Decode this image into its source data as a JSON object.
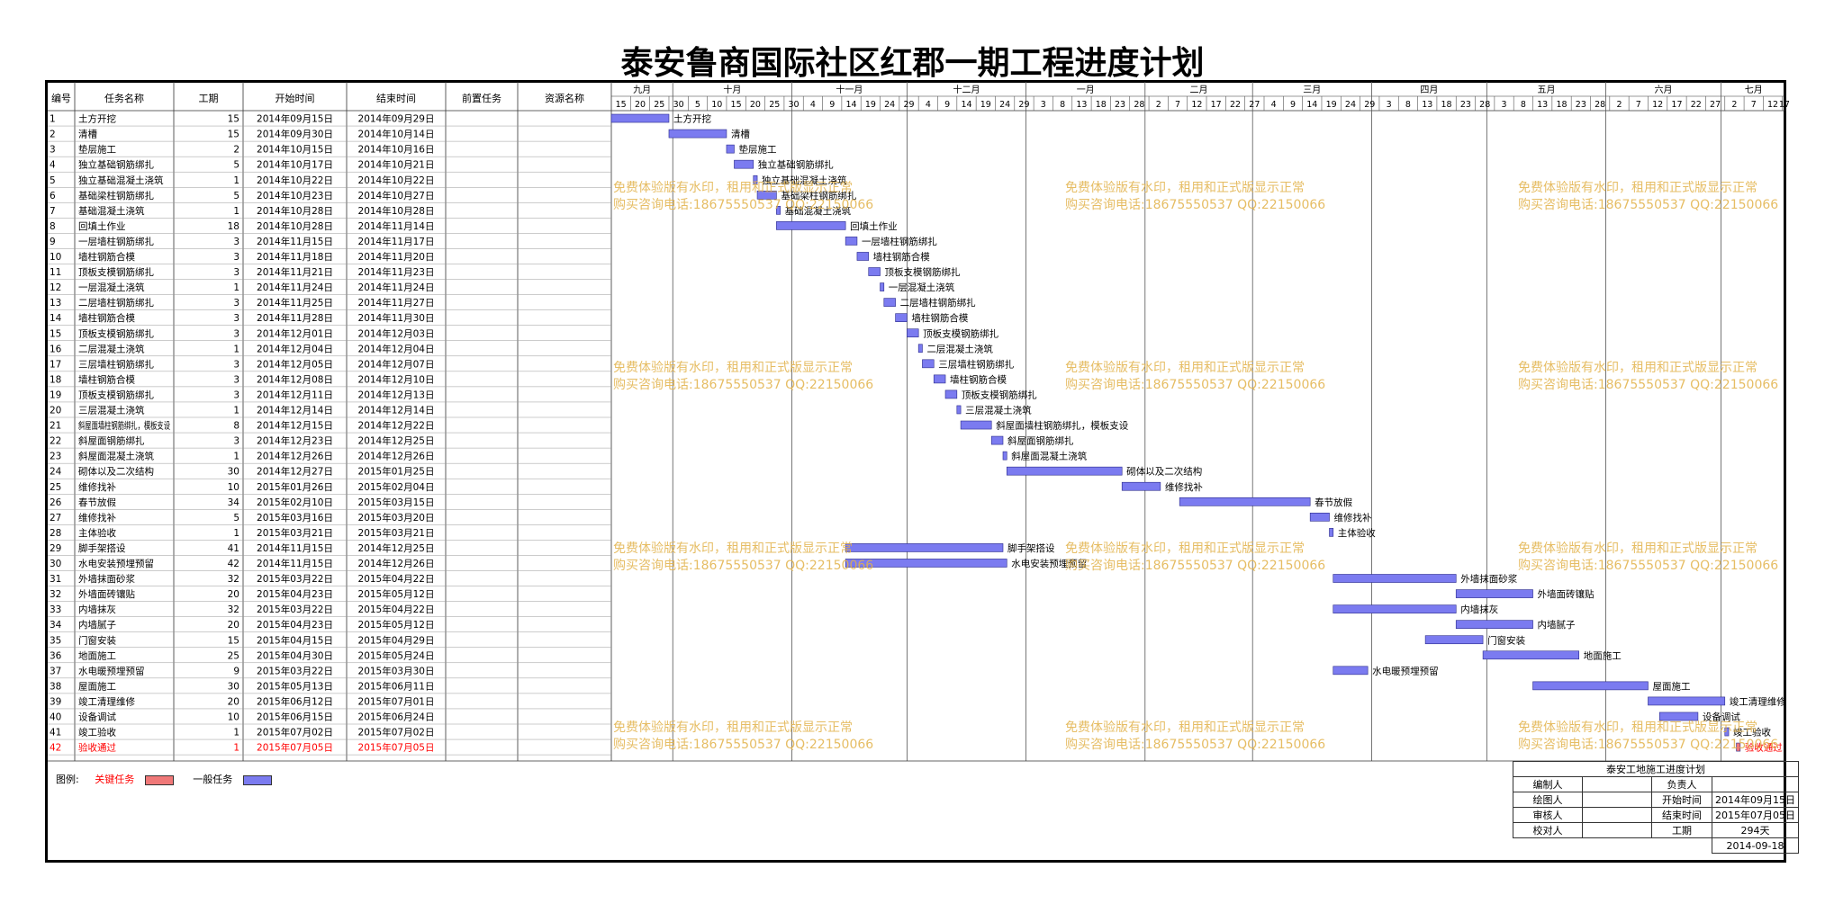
{
  "page_title": "泰安鲁商国际社区红郡一期工程进度计划",
  "table_headers": [
    "编号",
    "任务名称",
    "工期",
    "开始时间",
    "结束时间",
    "前置任务",
    "资源名称"
  ],
  "chart_data": {
    "type": "gantt",
    "title": "泰安鲁商国际社区红郡一期工程进度计划",
    "timeline": {
      "start": "2014-09-15",
      "end": "2015-07-17",
      "months": [
        "九月",
        "十月",
        "十一月",
        "十二月",
        "一月",
        "二月",
        "三月",
        "四月",
        "五月",
        "六月",
        "七月"
      ],
      "ticks": [
        "15",
        "20",
        "25",
        "30",
        "5",
        "10",
        "15",
        "20",
        "25",
        "30",
        "4",
        "9",
        "14",
        "19",
        "24",
        "29",
        "4",
        "9",
        "14",
        "19",
        "24",
        "29",
        "3",
        "8",
        "13",
        "18",
        "23",
        "28",
        "2",
        "7",
        "12",
        "17",
        "22",
        "27",
        "4",
        "9",
        "14",
        "19",
        "24",
        "29",
        "3",
        "8",
        "13",
        "18",
        "23",
        "28",
        "3",
        "8",
        "13",
        "18",
        "23",
        "28",
        "2",
        "7",
        "12",
        "17",
        "22",
        "27",
        "2",
        "7",
        "12",
        "17"
      ]
    },
    "tasks": [
      {
        "id": "1",
        "name": "土方开挖",
        "duration": "15",
        "start": "2014年09月15日",
        "end": "2014年09月29日",
        "s": "2014-09-15",
        "e": "2014-09-29"
      },
      {
        "id": "2",
        "name": "清槽",
        "duration": "15",
        "start": "2014年09月30日",
        "end": "2014年10月14日",
        "s": "2014-09-30",
        "e": "2014-10-14"
      },
      {
        "id": "3",
        "name": "垫层施工",
        "duration": "2",
        "start": "2014年10月15日",
        "end": "2014年10月16日",
        "s": "2014-10-15",
        "e": "2014-10-16"
      },
      {
        "id": "4",
        "name": "独立基础钢筋绑扎",
        "duration": "5",
        "start": "2014年10月17日",
        "end": "2014年10月21日",
        "s": "2014-10-17",
        "e": "2014-10-21"
      },
      {
        "id": "5",
        "name": "独立基础混凝土浇筑",
        "duration": "1",
        "start": "2014年10月22日",
        "end": "2014年10月22日",
        "s": "2014-10-22",
        "e": "2014-10-22"
      },
      {
        "id": "6",
        "name": "基础梁柱钢筋绑扎",
        "duration": "5",
        "start": "2014年10月23日",
        "end": "2014年10月27日",
        "s": "2014-10-23",
        "e": "2014-10-27"
      },
      {
        "id": "7",
        "name": "基础混凝土浇筑",
        "duration": "1",
        "start": "2014年10月28日",
        "end": "2014年10月28日",
        "s": "2014-10-28",
        "e": "2014-10-28"
      },
      {
        "id": "8",
        "name": "回填土作业",
        "duration": "18",
        "start": "2014年10月28日",
        "end": "2014年11月14日",
        "s": "2014-10-28",
        "e": "2014-11-14"
      },
      {
        "id": "9",
        "name": "一层墙柱钢筋绑扎",
        "duration": "3",
        "start": "2014年11月15日",
        "end": "2014年11月17日",
        "s": "2014-11-15",
        "e": "2014-11-17"
      },
      {
        "id": "10",
        "name": "墙柱钢筋合模",
        "duration": "3",
        "start": "2014年11月18日",
        "end": "2014年11月20日",
        "s": "2014-11-18",
        "e": "2014-11-20"
      },
      {
        "id": "11",
        "name": "顶板支模钢筋绑扎",
        "duration": "3",
        "start": "2014年11月21日",
        "end": "2014年11月23日",
        "s": "2014-11-21",
        "e": "2014-11-23"
      },
      {
        "id": "12",
        "name": "一层混凝土浇筑",
        "duration": "1",
        "start": "2014年11月24日",
        "end": "2014年11月24日",
        "s": "2014-11-24",
        "e": "2014-11-24"
      },
      {
        "id": "13",
        "name": "二层墙柱钢筋绑扎",
        "duration": "3",
        "start": "2014年11月25日",
        "end": "2014年11月27日",
        "s": "2014-11-25",
        "e": "2014-11-27"
      },
      {
        "id": "14",
        "name": "墙柱钢筋合模",
        "duration": "3",
        "start": "2014年11月28日",
        "end": "2014年11月30日",
        "s": "2014-11-28",
        "e": "2014-11-30"
      },
      {
        "id": "15",
        "name": "顶板支模钢筋绑扎",
        "duration": "3",
        "start": "2014年12月01日",
        "end": "2014年12月03日",
        "s": "2014-12-01",
        "e": "2014-12-03"
      },
      {
        "id": "16",
        "name": "二层混凝土浇筑",
        "duration": "1",
        "start": "2014年12月04日",
        "end": "2014年12月04日",
        "s": "2014-12-04",
        "e": "2014-12-04"
      },
      {
        "id": "17",
        "name": "三层墙柱钢筋绑扎",
        "duration": "3",
        "start": "2014年12月05日",
        "end": "2014年12月07日",
        "s": "2014-12-05",
        "e": "2014-12-07"
      },
      {
        "id": "18",
        "name": "墙柱钢筋合模",
        "duration": "3",
        "start": "2014年12月08日",
        "end": "2014年12月10日",
        "s": "2014-12-08",
        "e": "2014-12-10"
      },
      {
        "id": "19",
        "name": "顶板支模钢筋绑扎",
        "duration": "3",
        "start": "2014年12月11日",
        "end": "2014年12月13日",
        "s": "2014-12-11",
        "e": "2014-12-13"
      },
      {
        "id": "20",
        "name": "三层混凝土浇筑",
        "duration": "1",
        "start": "2014年12月14日",
        "end": "2014年12月14日",
        "s": "2014-12-14",
        "e": "2014-12-14"
      },
      {
        "id": "21",
        "name": "斜屋面墙柱钢筋绑扎，模板支设",
        "duration": "8",
        "start": "2014年12月15日",
        "end": "2014年12月22日",
        "s": "2014-12-15",
        "e": "2014-12-22"
      },
      {
        "id": "22",
        "name": "斜屋面钢筋绑扎",
        "duration": "3",
        "start": "2014年12月23日",
        "end": "2014年12月25日",
        "s": "2014-12-23",
        "e": "2014-12-25"
      },
      {
        "id": "23",
        "name": "斜屋面混凝土浇筑",
        "duration": "1",
        "start": "2014年12月26日",
        "end": "2014年12月26日",
        "s": "2014-12-26",
        "e": "2014-12-26"
      },
      {
        "id": "24",
        "name": "砌体以及二次结构",
        "duration": "30",
        "start": "2014年12月27日",
        "end": "2015年01月25日",
        "s": "2014-12-27",
        "e": "2015-01-25"
      },
      {
        "id": "25",
        "name": "维修找补",
        "duration": "10",
        "start": "2015年01月26日",
        "end": "2015年02月04日",
        "s": "2015-01-26",
        "e": "2015-02-04"
      },
      {
        "id": "26",
        "name": "春节放假",
        "duration": "34",
        "start": "2015年02月10日",
        "end": "2015年03月15日",
        "s": "2015-02-10",
        "e": "2015-03-15"
      },
      {
        "id": "27",
        "name": "维修找补",
        "duration": "5",
        "start": "2015年03月16日",
        "end": "2015年03月20日",
        "s": "2015-03-16",
        "e": "2015-03-20"
      },
      {
        "id": "28",
        "name": "主体验收",
        "duration": "1",
        "start": "2015年03月21日",
        "end": "2015年03月21日",
        "s": "2015-03-21",
        "e": "2015-03-21"
      },
      {
        "id": "29",
        "name": "脚手架搭设",
        "duration": "41",
        "start": "2014年11月15日",
        "end": "2014年12月25日",
        "s": "2014-11-15",
        "e": "2014-12-25"
      },
      {
        "id": "30",
        "name": "水电安装预埋预留",
        "duration": "42",
        "start": "2014年11月15日",
        "end": "2014年12月26日",
        "s": "2014-11-15",
        "e": "2014-12-26"
      },
      {
        "id": "31",
        "name": "外墙抹面砂浆",
        "duration": "32",
        "start": "2015年03月22日",
        "end": "2015年04月22日",
        "s": "2015-03-22",
        "e": "2015-04-22"
      },
      {
        "id": "32",
        "name": "外墙面砖镶贴",
        "duration": "20",
        "start": "2015年04月23日",
        "end": "2015年05月12日",
        "s": "2015-04-23",
        "e": "2015-05-12"
      },
      {
        "id": "33",
        "name": "内墙抹灰",
        "duration": "32",
        "start": "2015年03月22日",
        "end": "2015年04月22日",
        "s": "2015-03-22",
        "e": "2015-04-22"
      },
      {
        "id": "34",
        "name": "内墙腻子",
        "duration": "20",
        "start": "2015年04月23日",
        "end": "2015年05月12日",
        "s": "2015-04-23",
        "e": "2015-05-12"
      },
      {
        "id": "35",
        "name": "门窗安装",
        "duration": "15",
        "start": "2015年04月15日",
        "end": "2015年04月29日",
        "s": "2015-04-15",
        "e": "2015-04-29"
      },
      {
        "id": "36",
        "name": "地面施工",
        "duration": "25",
        "start": "2015年04月30日",
        "end": "2015年05月24日",
        "s": "2015-04-30",
        "e": "2015-05-24"
      },
      {
        "id": "37",
        "name": "水电暖预埋预留",
        "duration": "9",
        "start": "2015年03月22日",
        "end": "2015年03月30日",
        "s": "2015-03-22",
        "e": "2015-03-30"
      },
      {
        "id": "38",
        "name": "屋面施工",
        "duration": "30",
        "start": "2015年05月13日",
        "end": "2015年06月11日",
        "s": "2015-05-13",
        "e": "2015-06-11"
      },
      {
        "id": "39",
        "name": "竣工清理维修",
        "duration": "20",
        "start": "2015年06月12日",
        "end": "2015年07月01日",
        "s": "2015-06-12",
        "e": "2015-07-01"
      },
      {
        "id": "40",
        "name": "设备调试",
        "duration": "10",
        "start": "2015年06月15日",
        "end": "2015年06月24日",
        "s": "2015-06-15",
        "e": "2015-06-24"
      },
      {
        "id": "41",
        "name": "竣工验收",
        "duration": "1",
        "start": "2015年07月02日",
        "end": "2015年07月02日",
        "s": "2015-07-02",
        "e": "2015-07-02"
      },
      {
        "id": "42",
        "name": "验收通过",
        "duration": "1",
        "start": "2015年07月05日",
        "end": "2015年07月05日",
        "s": "2015-07-05",
        "e": "2015-07-05",
        "critical": true
      }
    ],
    "colors": {
      "general": "#7b7bf0",
      "critical": "#f07878",
      "critical_text": "#ff0000",
      "watermark": "#e2b24a"
    }
  },
  "legend": {
    "label": "图例:",
    "critical": "关键任务",
    "general": "一般任务"
  },
  "watermark": {
    "line1": "免费体验版有水印，租用和正式版显示正常",
    "line2": "购买咨询电话:18675550537 QQ:22150066"
  },
  "info_box": {
    "title": "泰安工地施工进度计划",
    "rows": [
      [
        "编制人",
        "",
        "负责人",
        ""
      ],
      [
        "绘图人",
        "",
        "开始时间",
        "2014年09月15日"
      ],
      [
        "审核人",
        "",
        "结束时间",
        "2015年07月05日"
      ],
      [
        "校对人",
        "",
        "工期",
        "294天"
      ]
    ],
    "date": "2014-09-18"
  }
}
